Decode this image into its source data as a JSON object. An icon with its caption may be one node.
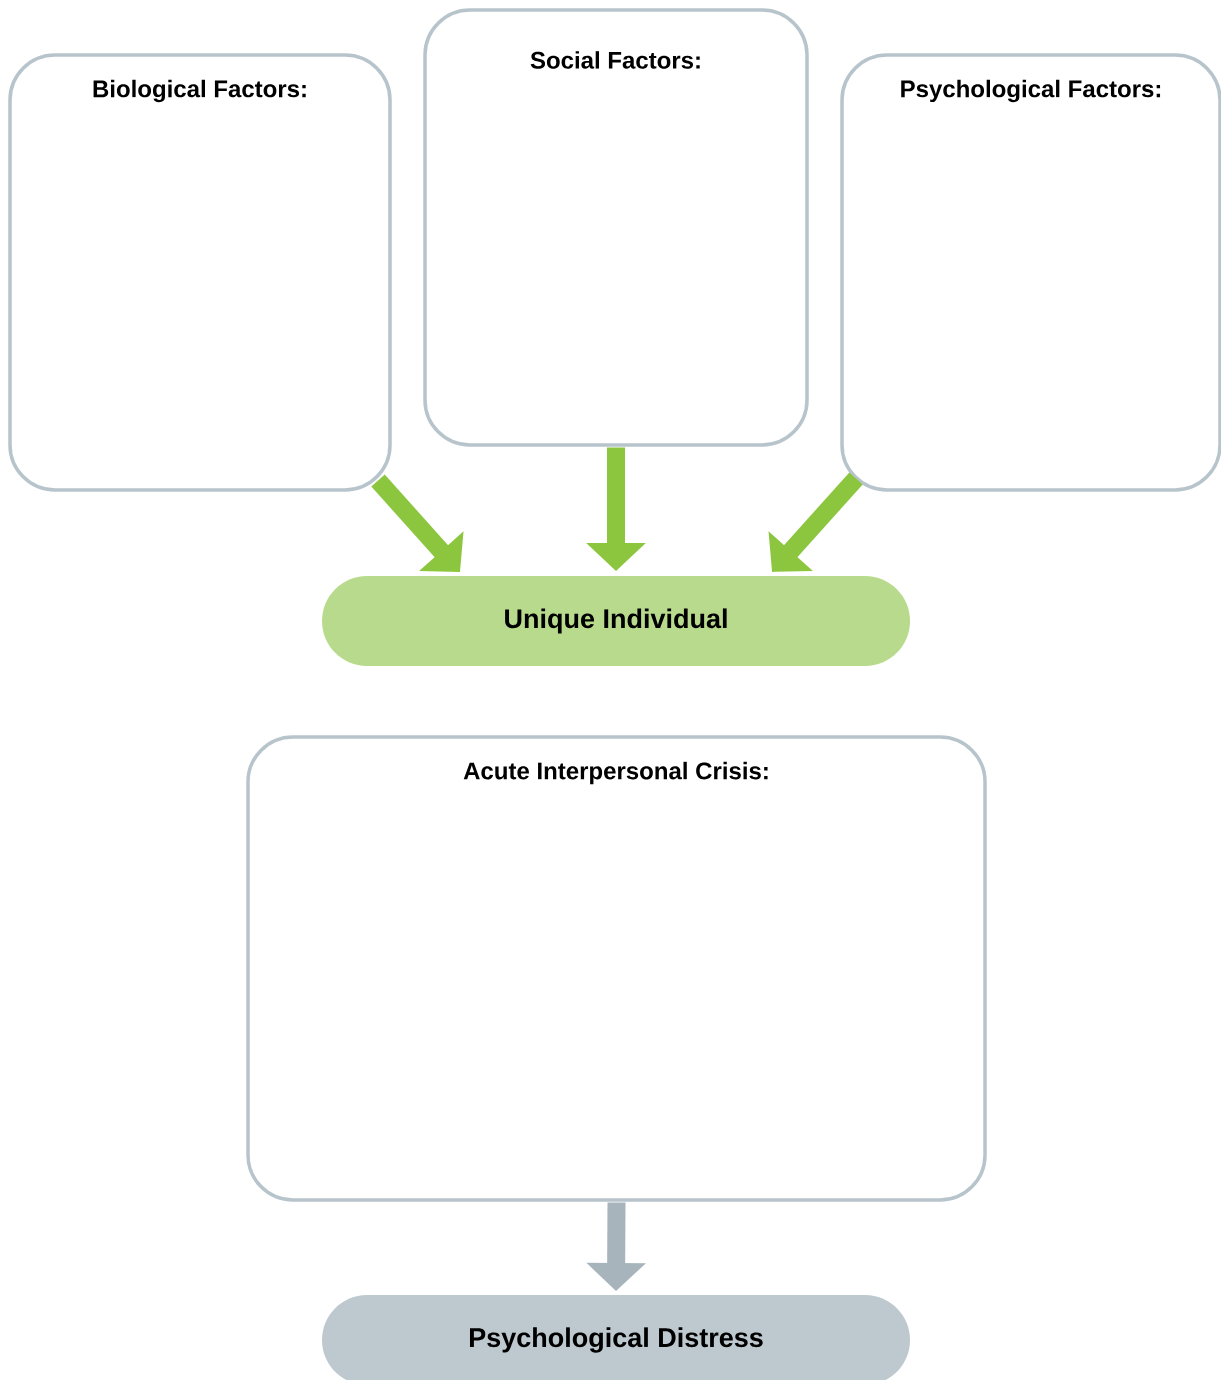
{
  "diagram": {
    "nodes": [
      {
        "text": [
          "Biological Factors:"
        ]
      },
      {
        "text": [
          "Social Factors:"
        ]
      },
      {
        "text": [
          "Psychological Factors:"
        ]
      },
      {
        "text": [
          "Unique Individual"
        ]
      },
      {
        "text": [
          "Acute Interpersonal Crisis:"
        ]
      },
      {
        "text": [
          "Psychological Distress"
        ]
      }
    ],
    "edges": [
      {
        "from": 0,
        "to": 3,
        "arrow": "to"
      },
      {
        "from": 1,
        "to": 3,
        "arrow": "to"
      },
      {
        "from": 2,
        "to": 3,
        "arrow": "to"
      },
      {
        "from": 4,
        "to": 5,
        "arrow": "to",
        "color": "#a7b4bc"
      }
    ]
  }
}
